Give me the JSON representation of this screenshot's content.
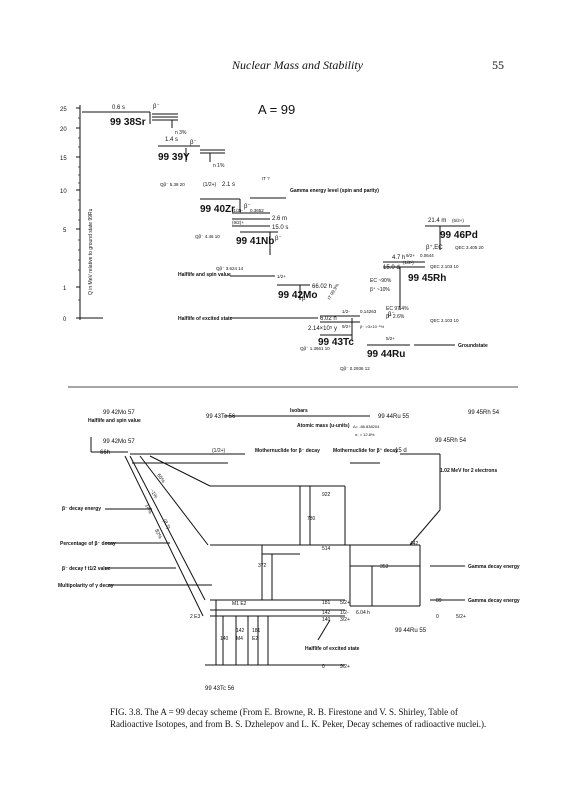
{
  "header": {
    "title": "Nuclear Mass and Stability",
    "page_number": "55"
  },
  "upper_diagram": {
    "title": "A = 99",
    "axis_label": "Q in MeV relative to ground state 99Ru",
    "axis_ticks": [
      "25",
      "20",
      "15",
      "10",
      "5",
      "1",
      "0"
    ],
    "sr": {
      "halflife": "0.6 s",
      "symbol": "99 38Sr",
      "decay": "β⁻",
      "neutron": "n",
      "neutron_pct": "n 3%"
    },
    "y": {
      "halflife": "1.4 s",
      "symbol": "99 39Y",
      "decay": "β⁻",
      "neutron_pct": "n 1%"
    },
    "zr": {
      "spin": "(1/2+)",
      "halflife": "2.1 s",
      "symbol": "99 40Zr",
      "q": "Qβ⁻ 5.38 20",
      "decay": "β⁻",
      "level_energy": "0.3652",
      "level_spin": "(1/2)-",
      "gamma_note": "IT ?"
    },
    "nb": {
      "spin": "(9/2)+",
      "halflife1": "2.6 m",
      "halflife2": "15.0 s",
      "symbol": "99 41Nb",
      "q": "Qβ⁻ 4.46 10",
      "decay": "β⁻"
    },
    "mo": {
      "spin": "1/2+",
      "halflife": "66.02 h",
      "symbol": "99 42Mo",
      "q": "Qβ⁻ 3.624 14",
      "decay": "β⁻"
    },
    "tc": {
      "excited_halflife": "6.02 h",
      "excited_energy": "0.14263",
      "excited_spin": "1/2-",
      "gs_halflife": "2.14×10⁵ y",
      "gs_spin": "9/2+",
      "symbol": "99 43Tc",
      "q": "Qβ⁻ 1.3661 10",
      "q_ru": "Qβ⁻ 0.2936 12",
      "decay": "β⁻",
      "it": "IT 99.9%",
      "beta_minus_small": "β⁻ >3×10⁻⁵%"
    },
    "pd": {
      "spin": "(5/2+)",
      "halflife": "21.4 m",
      "symbol": "99 46Pd",
      "q": "QEC 3.405 20",
      "decay": "β⁺,EC"
    },
    "rh": {
      "spin1": "9/2+",
      "energy1": "0.0644",
      "halflife1": "4.7 h",
      "spin2": "(1/2-)",
      "halflife2": "15.0 d",
      "symbol": "99 45Rh",
      "q": "QEC 2.103 10",
      "ec_pct": "EC ~90%",
      "beta_plus_pct": "β⁺ ~10%",
      "ec_pct2": "EC 97.4%",
      "beta_plus_pct2": "β⁺ 2.6%",
      "decay_plus": "β⁺",
      "decay_ec": "EC"
    },
    "ru": {
      "spin": "5/2+",
      "symbol": "99 44Ru"
    },
    "labels": {
      "gamma_energy": "Gamma energy level (spin and parity)",
      "halflife_spin": "Halflife and spin value",
      "halflife_excited": "Halflife of excited state",
      "groundstate": "Groundstate"
    }
  },
  "lower_diagram": {
    "left_header": "Halflife and spin value",
    "mo_label": "99 42Mo 57",
    "tc_label": "99 43Tc 56",
    "isobars": "Isobars",
    "ru_label": "99 44Ru 55",
    "rh_label": "99 45Rh 54",
    "atomic_mass": "Atomic mass (u-units)",
    "atomic_mass_value": "Δ= -86.838204",
    "atomic_mass_sigma": "σ, = 12.8%",
    "mo2_label": "99 42Mo 57",
    "mo_halflife": "66h",
    "mo_spin": "(1/2+)",
    "mothernuclide_beta_minus": "Mothernuclide for β⁻ decay",
    "mothernuclide_beta_plus": "Mothernuclide for β⁺ decay",
    "rh_halflife": "15 d",
    "rh2_label": "99 45Rh 54",
    "mev_note": "1.02 MeV for 2 electrons",
    "beta_energy": "β⁻ decay energy",
    "pct_beta": "Percentage of β⁻ decay",
    "ft_value": "β⁻ decay f t1/2 value",
    "multipolarity": "Multipolarity of γ decay",
    "gamma_decay_energy": "Gamma decay energy",
    "gamma_decay_energy2": "Gamma decay energy",
    "halflife_excited": "Halflife of excited state",
    "levels_left": [
      "922",
      "780",
      "514"
    ],
    "levels_mid": [
      "372",
      "181",
      "142",
      "140"
    ],
    "level_spins": [
      "5/2+",
      "1/2-",
      "3/2+"
    ],
    "tc_halflife": "6.04 h",
    "bottom_level": "0",
    "bottom_spin": "9/2+",
    "e3_label": "2  E3",
    "m1_e2": "M1 E2",
    "gammas": [
      "142",
      "181",
      "140",
      "M4",
      "E2"
    ],
    "ru_right_levels": [
      "442",
      "353",
      "89",
      "0"
    ],
    "ru_spin": "5/2+",
    "ru2_label": "99 44Ru 55",
    "beta_pcts": [
      "65%",
      "~1%",
      "14%",
      "(8.7)",
      "82%"
    ],
    "tc_bottom": "99 43Tc 56"
  },
  "caption": "FIG. 3.8. The A = 99 decay scheme (From E. Browne, R. B. Firestone and V. S. Shirley, Table of Radioactive Isotopes, and from B. S. Dzhelepov and L. K. Peker, Decay schemes of radioactive nuclei.)."
}
